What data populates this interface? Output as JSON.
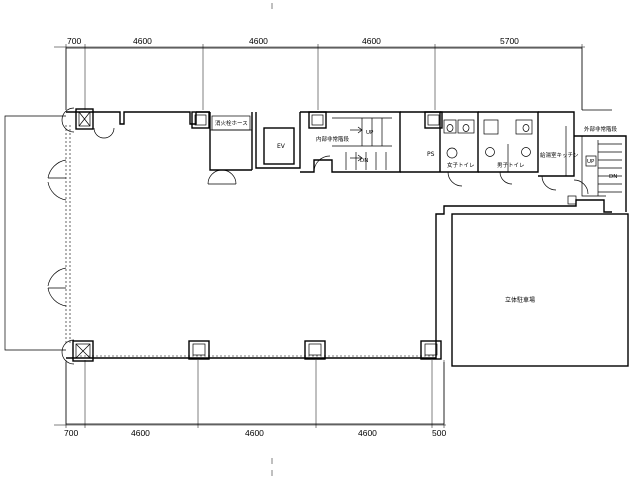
{
  "dimensions_top": [
    "700",
    "4600",
    "4600",
    "4600",
    "5700"
  ],
  "dimensions_bottom": [
    "700",
    "4600",
    "4600",
    "4600",
    "500"
  ],
  "rooms": {
    "fire_hydrant": "消火栓ホース",
    "elevator": "EV",
    "internal_stair": "内部非常階段",
    "stair_up_label": "UP",
    "stair_down_label": "DN",
    "ps": "PS",
    "womens_toilet": "女子トイレ",
    "mens_toilet": "男子トイレ",
    "kitchenette": "給湯室キッチン",
    "external_stair": "外部非常階段",
    "ext_stair_up": "UP",
    "ext_stair_dn": "DN",
    "parking": "立体駐車場"
  }
}
